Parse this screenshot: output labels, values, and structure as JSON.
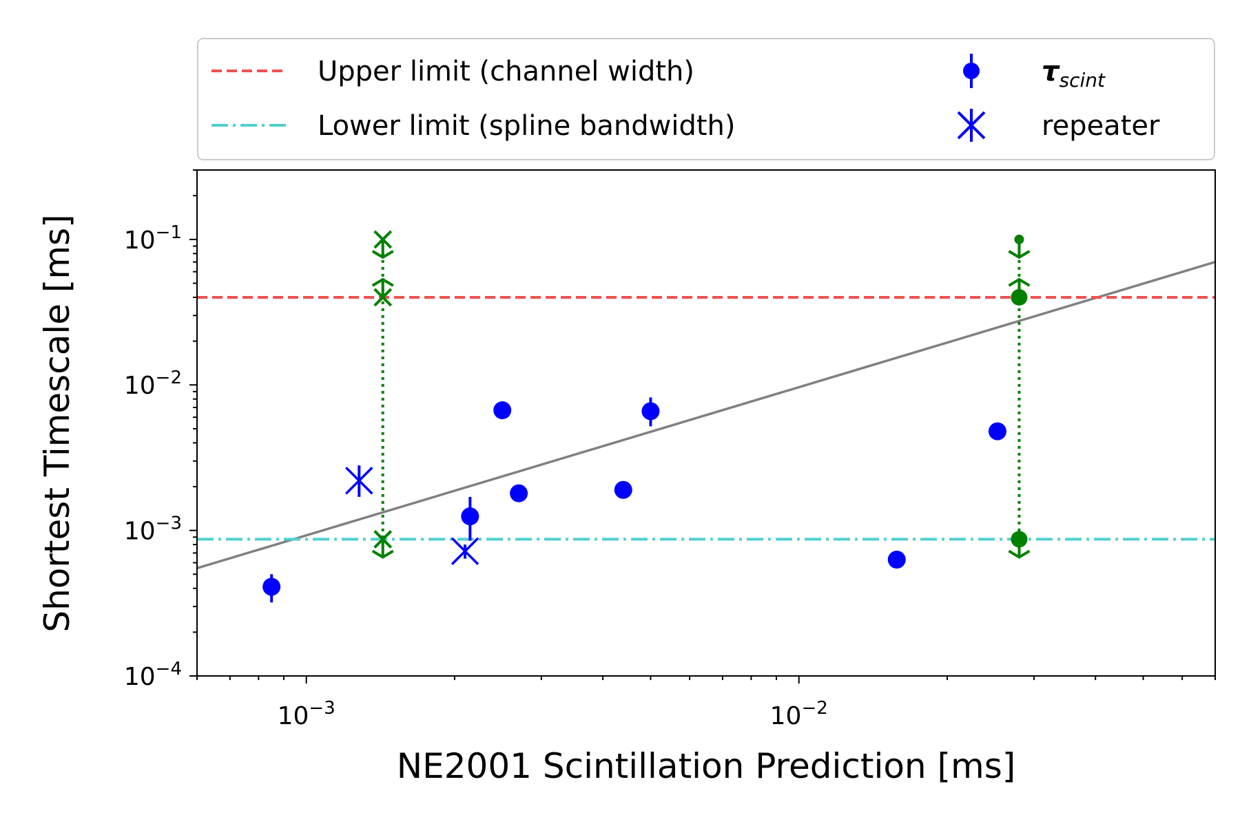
{
  "chart_data": {
    "type": "scatter",
    "title": "",
    "xlabel": "NE2001 Scintillation Prediction [ms]",
    "ylabel": "Shortest Timescale [ms]",
    "xscale": "log",
    "yscale": "log",
    "xlim": [
      0.0006,
      0.07
    ],
    "ylim": [
      0.0001,
      0.3
    ],
    "x_ticks": [
      {
        "value": 0.001,
        "base": "10",
        "exp": "−3"
      },
      {
        "value": 0.01,
        "base": "10",
        "exp": "−2"
      }
    ],
    "y_ticks": [
      {
        "value": 0.0001,
        "base": "10",
        "exp": "−4"
      },
      {
        "value": 0.001,
        "base": "10",
        "exp": "−3"
      },
      {
        "value": 0.01,
        "base": "10",
        "exp": "−2"
      },
      {
        "value": 0.1,
        "base": "10",
        "exp": "−1"
      }
    ],
    "legend": {
      "location": "above plot",
      "entries": [
        {
          "key": "upper",
          "label": "Upper limit (channel width)"
        },
        {
          "key": "lower",
          "label": "Lower limit (spline bandwidth)"
        },
        {
          "key": "tau",
          "label_main": "τ",
          "label_sub": "scint"
        },
        {
          "key": "repeater",
          "label": "repeater"
        }
      ]
    },
    "colors": {
      "points": "#0000ff",
      "upper_limit": "#f05050",
      "lower_limit": "#4fcfcf",
      "fit_line": "#808080",
      "range_markers": "#008000"
    },
    "upper_limit": 0.04,
    "lower_limit": 0.00087,
    "fit_line": {
      "x": [
        0.0006,
        0.07
      ],
      "y": [
        0.00055,
        0.07
      ]
    },
    "series": [
      {
        "name": "τscint",
        "marker": "circle",
        "points": [
          {
            "x": 0.00085,
            "y": 0.00041,
            "ylo": 0.00032,
            "yhi": 0.0005
          },
          {
            "x": 0.00215,
            "y": 0.00125,
            "ylo": 0.00085,
            "yhi": 0.0017
          },
          {
            "x": 0.0025,
            "y": 0.0067,
            "ylo": 0.0062,
            "yhi": 0.0072
          },
          {
            "x": 0.0027,
            "y": 0.0018,
            "ylo": 0.0017,
            "yhi": 0.0019
          },
          {
            "x": 0.0044,
            "y": 0.0019,
            "ylo": 0.0018,
            "yhi": 0.002
          },
          {
            "x": 0.005,
            "y": 0.0066,
            "ylo": 0.0052,
            "yhi": 0.0082
          },
          {
            "x": 0.0158,
            "y": 0.00063,
            "ylo": 0.0006,
            "yhi": 0.00066
          },
          {
            "x": 0.0253,
            "y": 0.0048,
            "ylo": 0.0046,
            "yhi": 0.0051
          }
        ]
      },
      {
        "name": "repeater",
        "marker": "x",
        "points": [
          {
            "x": 0.00128,
            "y": 0.0022,
            "ylo": 0.0017,
            "yhi": 0.0028
          },
          {
            "x": 0.0021,
            "y": 0.00072,
            "ylo": 0.00064,
            "yhi": 0.0008
          }
        ]
      }
    ],
    "range_markers": [
      {
        "x": 0.00143,
        "marker": "x",
        "levels": [
          {
            "y": 0.1,
            "arrow": "down"
          },
          {
            "y": 0.04,
            "arrow": "up"
          },
          {
            "y": 0.00087,
            "arrow": "down"
          }
        ]
      },
      {
        "x": 0.028,
        "marker": "circle",
        "levels": [
          {
            "y": 0.1,
            "arrow": "down",
            "small": true
          },
          {
            "y": 0.04,
            "arrow": "up"
          },
          {
            "y": 0.00087,
            "arrow": "down"
          }
        ]
      }
    ]
  }
}
